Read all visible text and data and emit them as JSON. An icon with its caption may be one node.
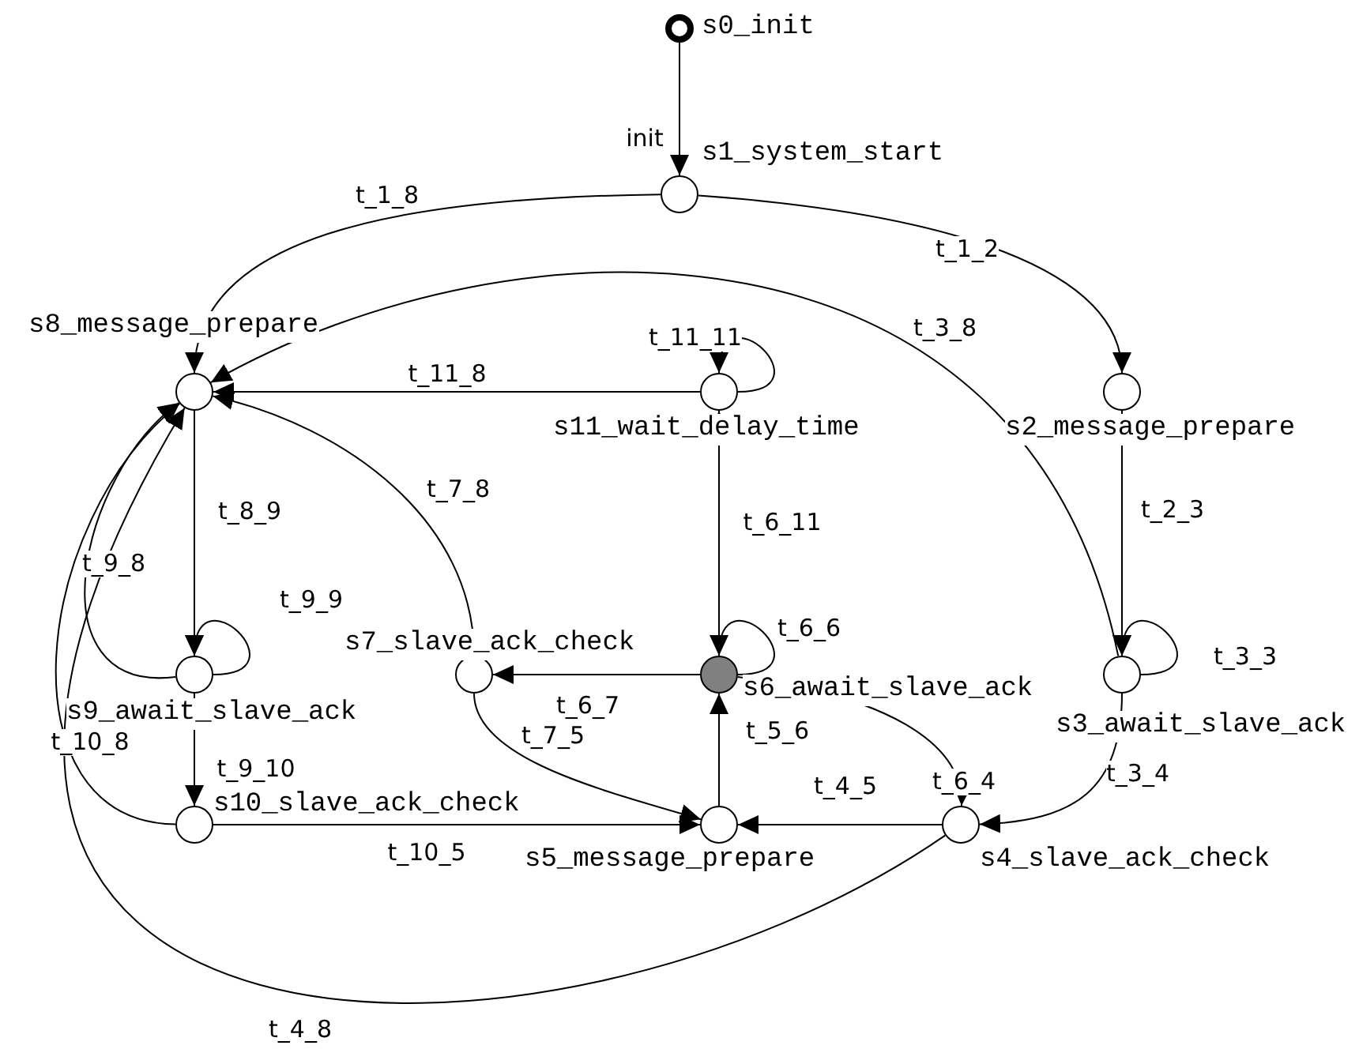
{
  "diagram": {
    "nodes": [
      {
        "text": [],
        "shape": "circle",
        "beside": [
          "s0_init"
        ]
      },
      {
        "text": [],
        "shape": "circle",
        "beside": [
          "s1_system_start"
        ]
      },
      {
        "text": [],
        "shape": "circle",
        "beside": [
          "s2_message_prepare"
        ]
      },
      {
        "text": [],
        "shape": "circle",
        "beside": [
          "s3_await_slave_ack"
        ]
      },
      {
        "text": [],
        "shape": "circle",
        "beside": [
          "s4_slave_ack_check"
        ]
      },
      {
        "text": [],
        "shape": "circle",
        "beside": [
          "s5_message_prepare"
        ]
      },
      {
        "text": [],
        "shape": "circle",
        "beside": [
          "s6_await_slave_ack"
        ]
      },
      {
        "text": [],
        "shape": "circle",
        "beside": [
          "s7_slave_ack_check"
        ]
      },
      {
        "text": [],
        "shape": "circle",
        "beside": [
          "s8_message_prepare"
        ]
      },
      {
        "text": [],
        "shape": "circle",
        "beside": [
          "s9_await_slave_ack"
        ]
      },
      {
        "text": [],
        "shape": "circle",
        "beside": [
          "s10_slave_ack_check"
        ]
      },
      {
        "text": [],
        "shape": "circle",
        "beside": [
          "s11_wait_delay_time"
        ]
      }
    ],
    "edges": [
      {
        "from": 0,
        "to": 1,
        "arrow": "to",
        "label": "init"
      },
      {
        "from": 1,
        "to": 8,
        "arrow": "to",
        "label": "t_1_8"
      },
      {
        "from": 1,
        "to": 2,
        "arrow": "to",
        "label": "t_1_2"
      },
      {
        "from": 3,
        "to": 8,
        "arrow": "to",
        "label": "t_3_8"
      },
      {
        "from": 11,
        "to": 8,
        "arrow": "to",
        "label": "t_11_8"
      },
      {
        "from": 11,
        "to": 11,
        "arrow": "to",
        "label": "t_11_11"
      },
      {
        "from": 2,
        "to": 3,
        "arrow": "to",
        "label": "t_2_3"
      },
      {
        "from": 3,
        "to": 3,
        "arrow": "to",
        "label": "t_3_3"
      },
      {
        "from": 3,
        "to": 4,
        "arrow": "to",
        "label": "t_3_4"
      },
      {
        "from": 6,
        "to": 11,
        "arrow": "to",
        "label": "t_6_11"
      },
      {
        "from": 6,
        "to": 6,
        "arrow": "to",
        "label": "t_6_6"
      },
      {
        "from": 6,
        "to": 7,
        "arrow": "to",
        "label": "t_6_7"
      },
      {
        "from": 6,
        "to": 4,
        "arrow": "to",
        "label": "t_6_4"
      },
      {
        "from": 7,
        "to": 8,
        "arrow": "to",
        "label": "t_7_8"
      },
      {
        "from": 7,
        "to": 5,
        "arrow": "to",
        "label": "t_7_5"
      },
      {
        "from": 5,
        "to": 6,
        "arrow": "to",
        "label": "t_5_6"
      },
      {
        "from": 4,
        "to": 5,
        "arrow": "to",
        "label": "t_4_5"
      },
      {
        "from": 4,
        "to": 8,
        "arrow": "to",
        "label": "t_4_8"
      },
      {
        "from": 8,
        "to": 9,
        "arrow": "to",
        "label": "t_8_9"
      },
      {
        "from": 9,
        "to": 8,
        "arrow": "to",
        "label": "t_9_8"
      },
      {
        "from": 9,
        "to": 9,
        "arrow": "to",
        "label": "t_9_9"
      },
      {
        "from": 9,
        "to": 10,
        "arrow": "to",
        "label": "t_9_10"
      },
      {
        "from": 10,
        "to": 8,
        "arrow": "to",
        "label": "t_10_8"
      },
      {
        "from": 10,
        "to": 5,
        "arrow": "to",
        "label": "t_10_5"
      }
    ]
  }
}
